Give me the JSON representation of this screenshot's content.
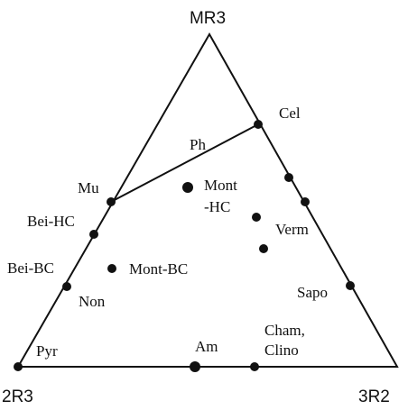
{
  "vertices": {
    "top": "MR3",
    "bottom_left": "2R3",
    "bottom_right": "3R2"
  },
  "labels": {
    "cel": "Cel",
    "ph": "Ph",
    "mu": "Mu",
    "mont_hc_1": "Mont",
    "mont_hc_2": "-HC",
    "bei_hc": "Bei-HC",
    "verm": "Verm",
    "bei_bc": "Bei-BC",
    "mont_bc": "Mont-BC",
    "non": "Non",
    "sapo": "Sapo",
    "cham_clino_1": "Cham,",
    "cham_clino_2": "Clino",
    "pyr": "Pyr",
    "am": "Am"
  }
}
